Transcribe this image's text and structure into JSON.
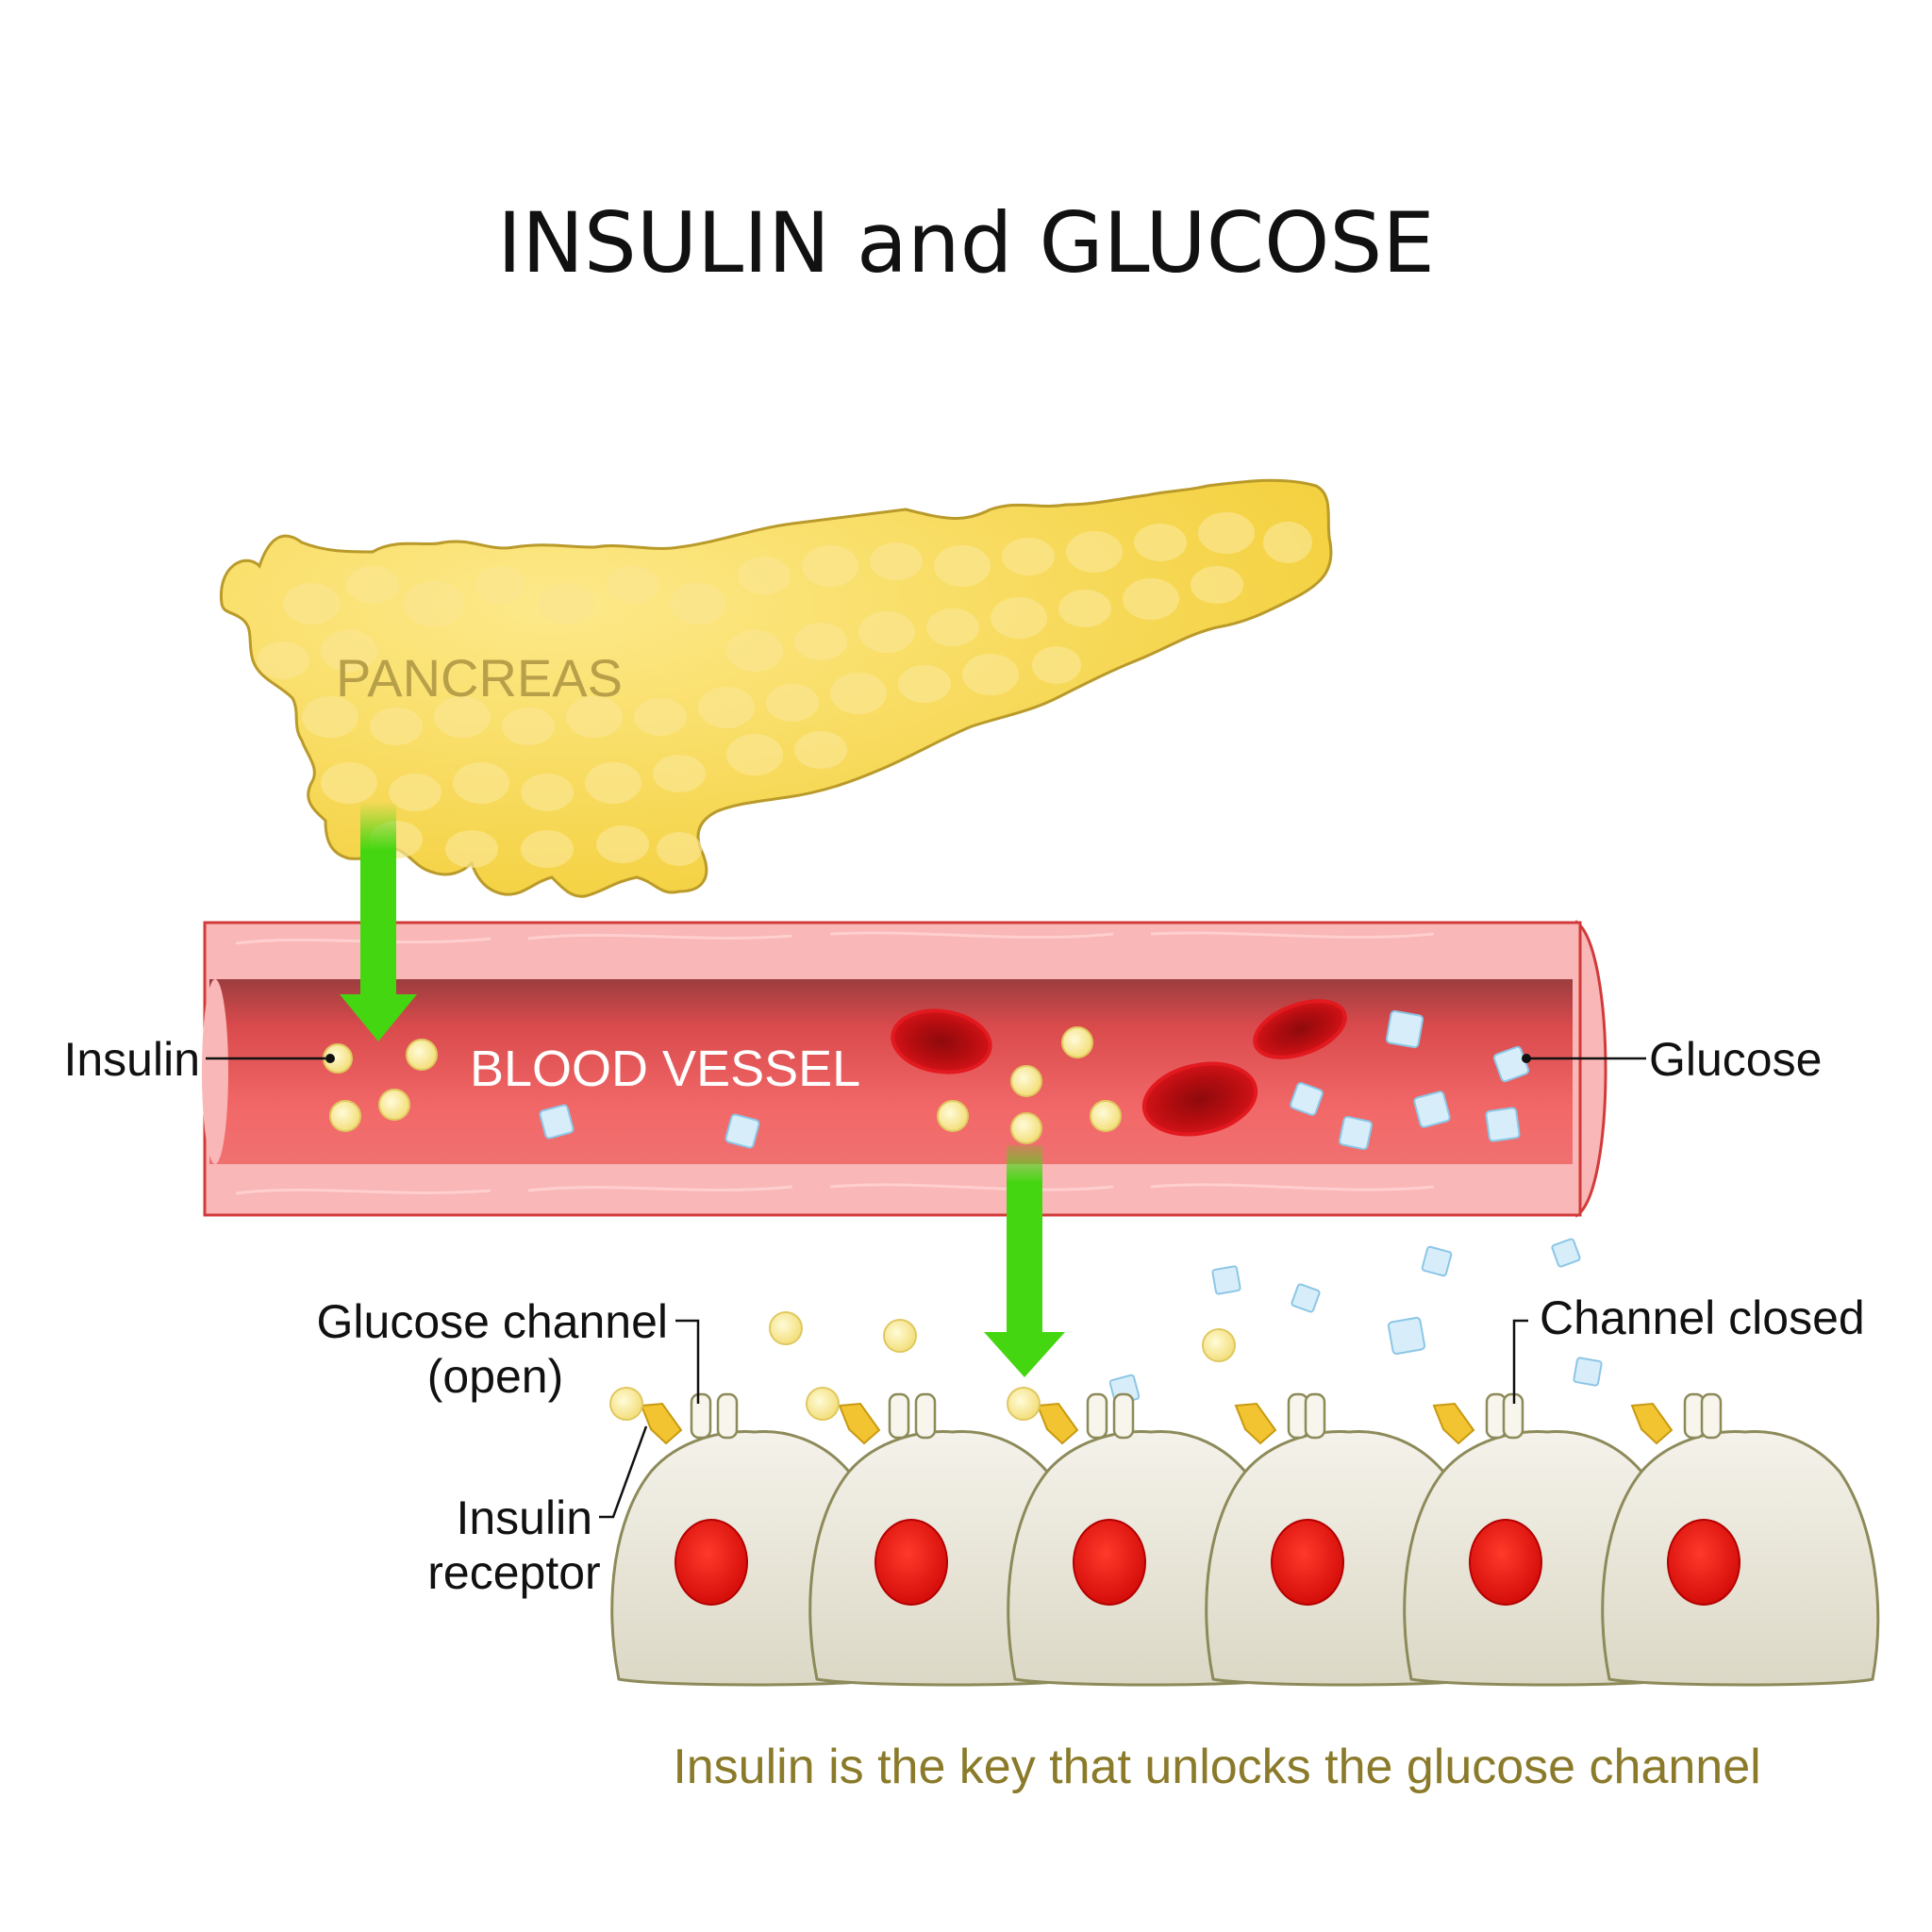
{
  "title": "INSULIN and GLUCOSE",
  "organ_label": "PANCREAS",
  "vessel_label": "BLOOD VESSEL",
  "labels": {
    "insulin": "Insulin",
    "glucose": "Glucose",
    "glucose_channel": "Glucose channel",
    "glucose_channel_state": "(open)",
    "channel_closed": "Channel closed",
    "insulin_receptor_line1": "Insulin",
    "insulin_receptor_line2": "receptor"
  },
  "caption": "Insulin is the key that unlocks the glucose channel",
  "colors": {
    "pancreas": "#f7d74a",
    "vessel_wall": "#f9b7b7",
    "vessel_lumen": "#ef5a5a",
    "arrow": "#44d611",
    "insulin": "#fbf1a6",
    "glucose": "#cde9f7",
    "rbc": "#d80f14",
    "cell": "#e6e3d6",
    "nucleus": "#ea1b12",
    "receptor": "#f2c431"
  }
}
